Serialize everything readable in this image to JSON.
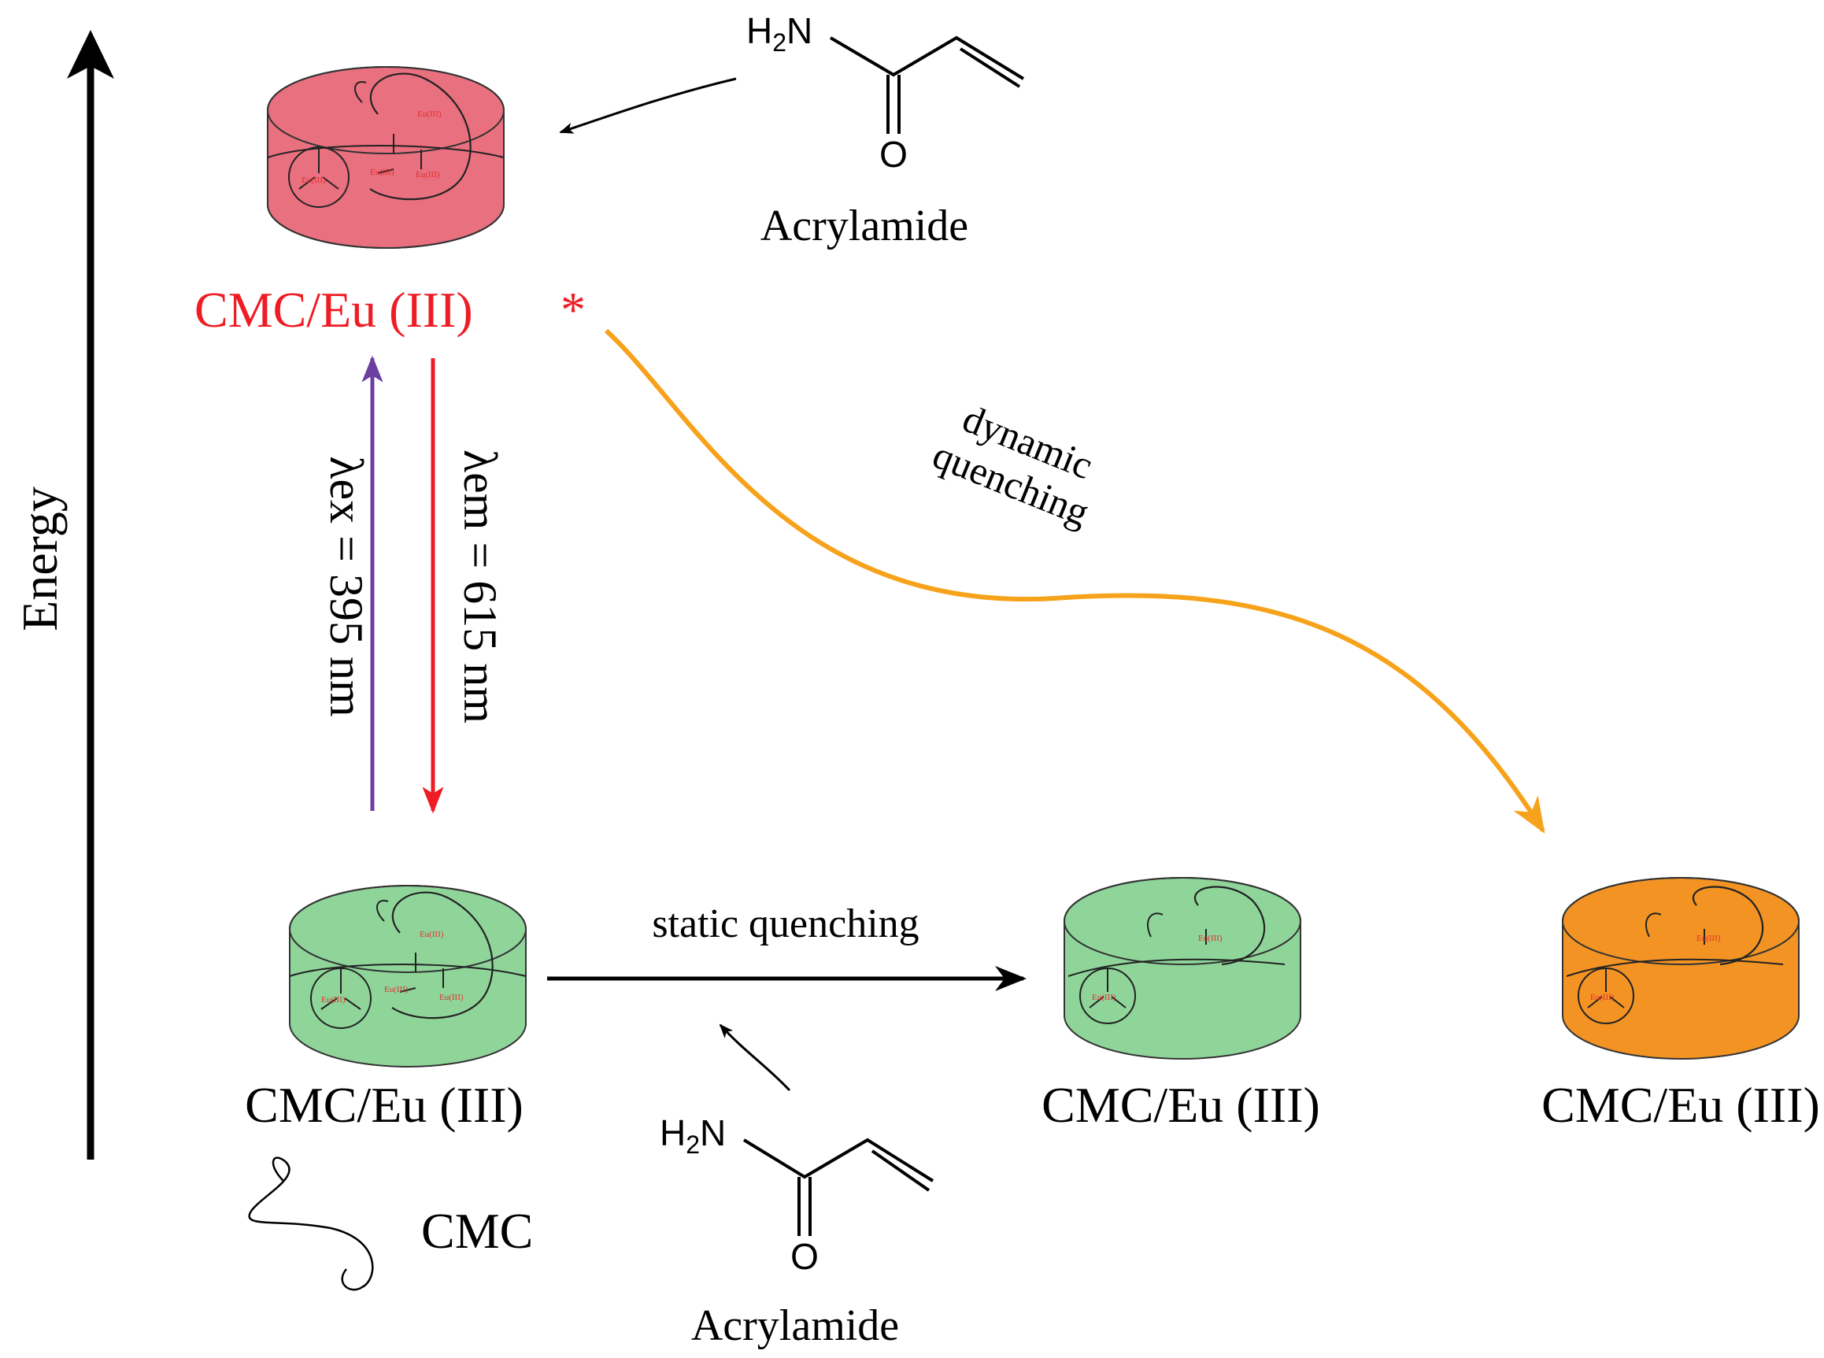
{
  "axis": {
    "label": "Energy"
  },
  "excited": {
    "label": "CMC/Eu (III)",
    "star": "*",
    "color": "#ee1c24",
    "cylinder_color": "#e9707f"
  },
  "ground": {
    "label": "CMC/Eu (III)",
    "cylinder_color": "#8fd59a"
  },
  "static_product": {
    "label": "CMC/Eu (III)",
    "cylinder_color": "#8fd59a"
  },
  "dynamic_product": {
    "label": "CMC/Eu (III)",
    "cylinder_color": "#f39324"
  },
  "excitation": {
    "label": "λex = 395 nm",
    "color": "#6b3fa0"
  },
  "emission": {
    "label": "λem = 615 nm",
    "color": "#ee1c24"
  },
  "dynamic_quenching": {
    "line1": "dynamic",
    "line2": "quenching",
    "color": "#f7a21b"
  },
  "static_quenching": {
    "label": "static quenching"
  },
  "acrylamide_top": {
    "h2n": "H2N",
    "oxygen": "O",
    "name": "Acrylamide"
  },
  "acrylamide_bottom": {
    "h2n": "H2N",
    "oxygen": "O",
    "name": "Acrylamide"
  },
  "legend": {
    "label": "CMC"
  },
  "eu_label": "Eu(III)"
}
